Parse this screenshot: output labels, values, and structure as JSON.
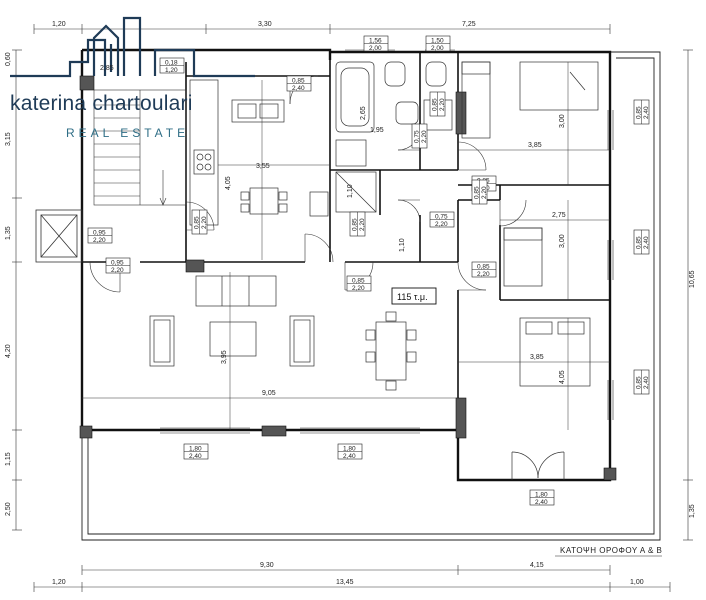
{
  "brand": {
    "name": "katerina chartoulari",
    "subtitle": "REAL ESTATE",
    "color_dark": "#1f3b57",
    "color_accent": "#2f6e86"
  },
  "plan": {
    "area_label": "115 τ.μ.",
    "caption": "ΚΑΤΟΨΗ ΟΡΟΦΟΥ Α & Β"
  },
  "dimensions": {
    "top_1": "1,20",
    "top_2": "3,30",
    "top_3": "7,25",
    "bottom_1": "1,20",
    "bottom_2": "13,45",
    "bottom_3": "1,00",
    "bottom_inner_1": "9,30",
    "bottom_inner_2": "4,15",
    "left_1": "0,60",
    "left_2": "3,15",
    "left_3": "1,35",
    "left_4": "4,20",
    "left_5": "1,15",
    "left_6": "2,50",
    "right_total": "10,65",
    "right_bottom": "1,35",
    "kitchen_w": "3,55",
    "kitchen_h": "4,05",
    "living_w": "9,05",
    "living_h": "3,95",
    "bath_h": "2,65",
    "bath_w": "1,95",
    "hall_h": "1,10",
    "bed1_w": "3,85",
    "bed1_h": "3,00",
    "bed2_w": "2,75",
    "bed2_h": "3,00",
    "bed3_w": "3,85",
    "bed3_h": "4,05",
    "logo_top": "2,85"
  },
  "openings": {
    "win_bath1": [
      "1,56",
      "2,00"
    ],
    "win_bath2": [
      "1,50",
      "2,00"
    ],
    "win_small": [
      "0,18",
      "1,20"
    ],
    "door_kitchen_top": [
      "0,85",
      "2,40"
    ],
    "door_bath": [
      "0,85",
      "2,20"
    ],
    "door_wc_a": [
      "0,75",
      "2,20"
    ],
    "door_wc_b": [
      "0,75",
      "2,20"
    ],
    "door_hall": [
      "0,85",
      "2,20"
    ],
    "door_entry": [
      "0,95",
      "2,20"
    ],
    "door_stair": [
      "0,95",
      "2,20"
    ],
    "door_kit": [
      "0,85",
      "2,20"
    ],
    "door_main": [
      "0,85",
      "2,20"
    ],
    "door_bed1": [
      "0,85",
      "2,20"
    ],
    "door_bed2a": [
      "0,85",
      "2,20"
    ],
    "door_bed2b": [
      "0,85",
      "2,20"
    ],
    "win_bed1": [
      "0,85",
      "2,40"
    ],
    "win_bed2": [
      "0,85",
      "2,40"
    ],
    "win_bed3": [
      "0,85",
      "2,40"
    ],
    "win_liv1": [
      "1,80",
      "2,40"
    ],
    "win_liv2": [
      "1,80",
      "2,40"
    ],
    "win_bed3b": [
      "1,80",
      "2,40"
    ]
  }
}
